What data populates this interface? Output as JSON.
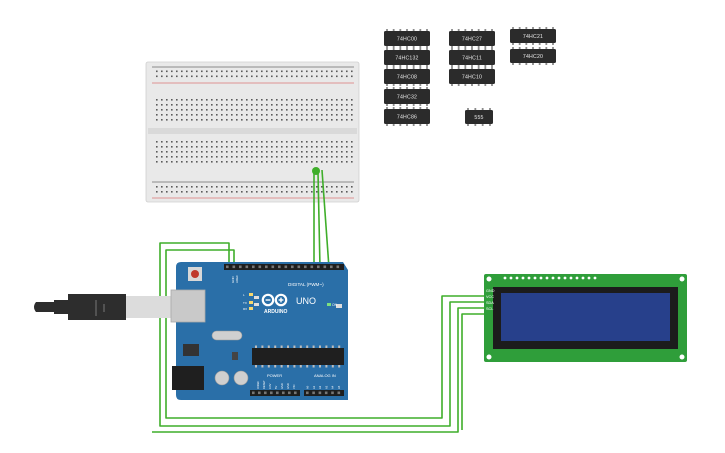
{
  "chips": {
    "c74hc00": "74HC00",
    "c74hc27": "74HC27",
    "c74hc21": "74HC21",
    "c74hc132": "74HC132",
    "c74hc11": "74HC11",
    "c74hc20": "74HC20",
    "c74hc08": "74HC08",
    "c74hc10": "74HC10",
    "c74hc32": "74HC32",
    "c74hc86": "74HC86",
    "c555": "555"
  },
  "arduino": {
    "brand": "ARDUINO",
    "model": "UNO",
    "digital_header": "DIGITAL (PWM~)",
    "power_label": "POWER",
    "analog_label": "ANALOG IN",
    "on_label": "ON",
    "tx_label": "TX",
    "rx_label": "RX",
    "l_label": "L",
    "aref_label": "AREF",
    "gnd_label": "GND",
    "analog_pins": [
      "A0",
      "A1",
      "A2",
      "A3",
      "A4",
      "A5"
    ],
    "power_pins": [
      "IOREF",
      "RESET",
      "3.3V",
      "5V",
      "GND",
      "GND",
      "VIN"
    ]
  },
  "lcd": {
    "pins": [
      "GND",
      "VCC",
      "SDA",
      "SCL"
    ]
  },
  "colors": {
    "wire": "#3fae2a",
    "arduino": "#2a6fa8",
    "lcd_board": "#2f9e3a",
    "lcd_screen": "#27408b",
    "chip": "#2b2b2b"
  }
}
